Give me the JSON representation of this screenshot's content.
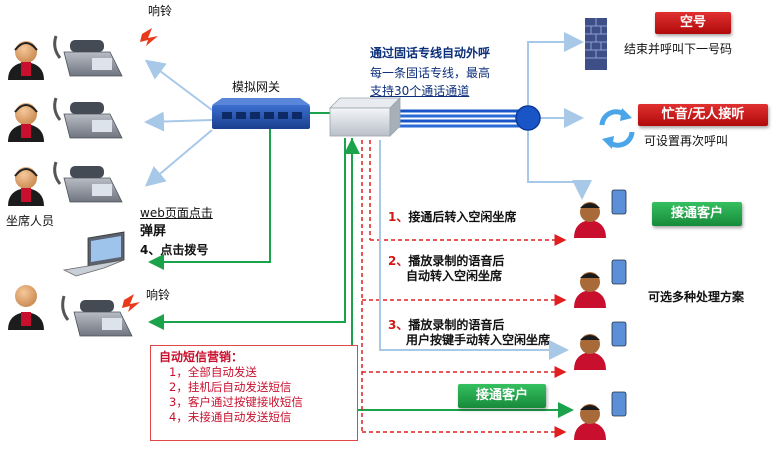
{
  "colors": {
    "red": "#cc1111",
    "green": "#1da84a",
    "blue_arrow": "#a8c8e8",
    "green_line": "#1aa34a",
    "red_dashed": "#e02020"
  },
  "ringing_top": "响铃",
  "ringing_bottom": "响铃",
  "gateway_label": "模拟网关",
  "agents_label": "坐席人员",
  "web_popup": {
    "line1": "web页面点击",
    "line2": "弹屏",
    "line3": "4、点击拨号"
  },
  "trunk_text": {
    "line1": "通过固话专线自动外呼",
    "line2": "每一条固话专线，最高",
    "line3": "支持30个通话通道"
  },
  "outcomes": {
    "empty_number": {
      "tag": "空号",
      "desc": "结束并呼叫下一号码"
    },
    "busy_no_answer": {
      "tag": "忙音/无人接听",
      "desc": "可设置再次呼叫"
    },
    "connected_top": "接通客户",
    "multiple_options": "可选多种处理方案",
    "connected_bottom": "接通客户"
  },
  "steps": [
    {
      "num": "1、",
      "lines": [
        "接通后转入空闲坐席"
      ]
    },
    {
      "num": "2、",
      "lines": [
        "播放录制的语音后",
        "自动转入空闲坐席"
      ]
    },
    {
      "num": "3、",
      "lines": [
        "播放录制的语音后",
        "用户按键手动转入空闲坐席"
      ]
    }
  ],
  "sms": {
    "title": "自动短信营销：",
    "items": [
      "1，全部自动发送",
      "2，挂机后自动发送短信",
      "3，客户通过按键接收短信",
      "4，未接通自动发送短信"
    ]
  },
  "icons": {
    "agent": "agent-headset-icon",
    "phone": "desk-phone-icon",
    "ring": "ring-spark-icon",
    "gateway": "gateway-switch-icon",
    "server": "server-box-icon",
    "firewall": "brick-wall-icon",
    "redial": "redial-arrows-icon",
    "customer": "customer-phone-icon",
    "laptop": "laptop-icon"
  }
}
